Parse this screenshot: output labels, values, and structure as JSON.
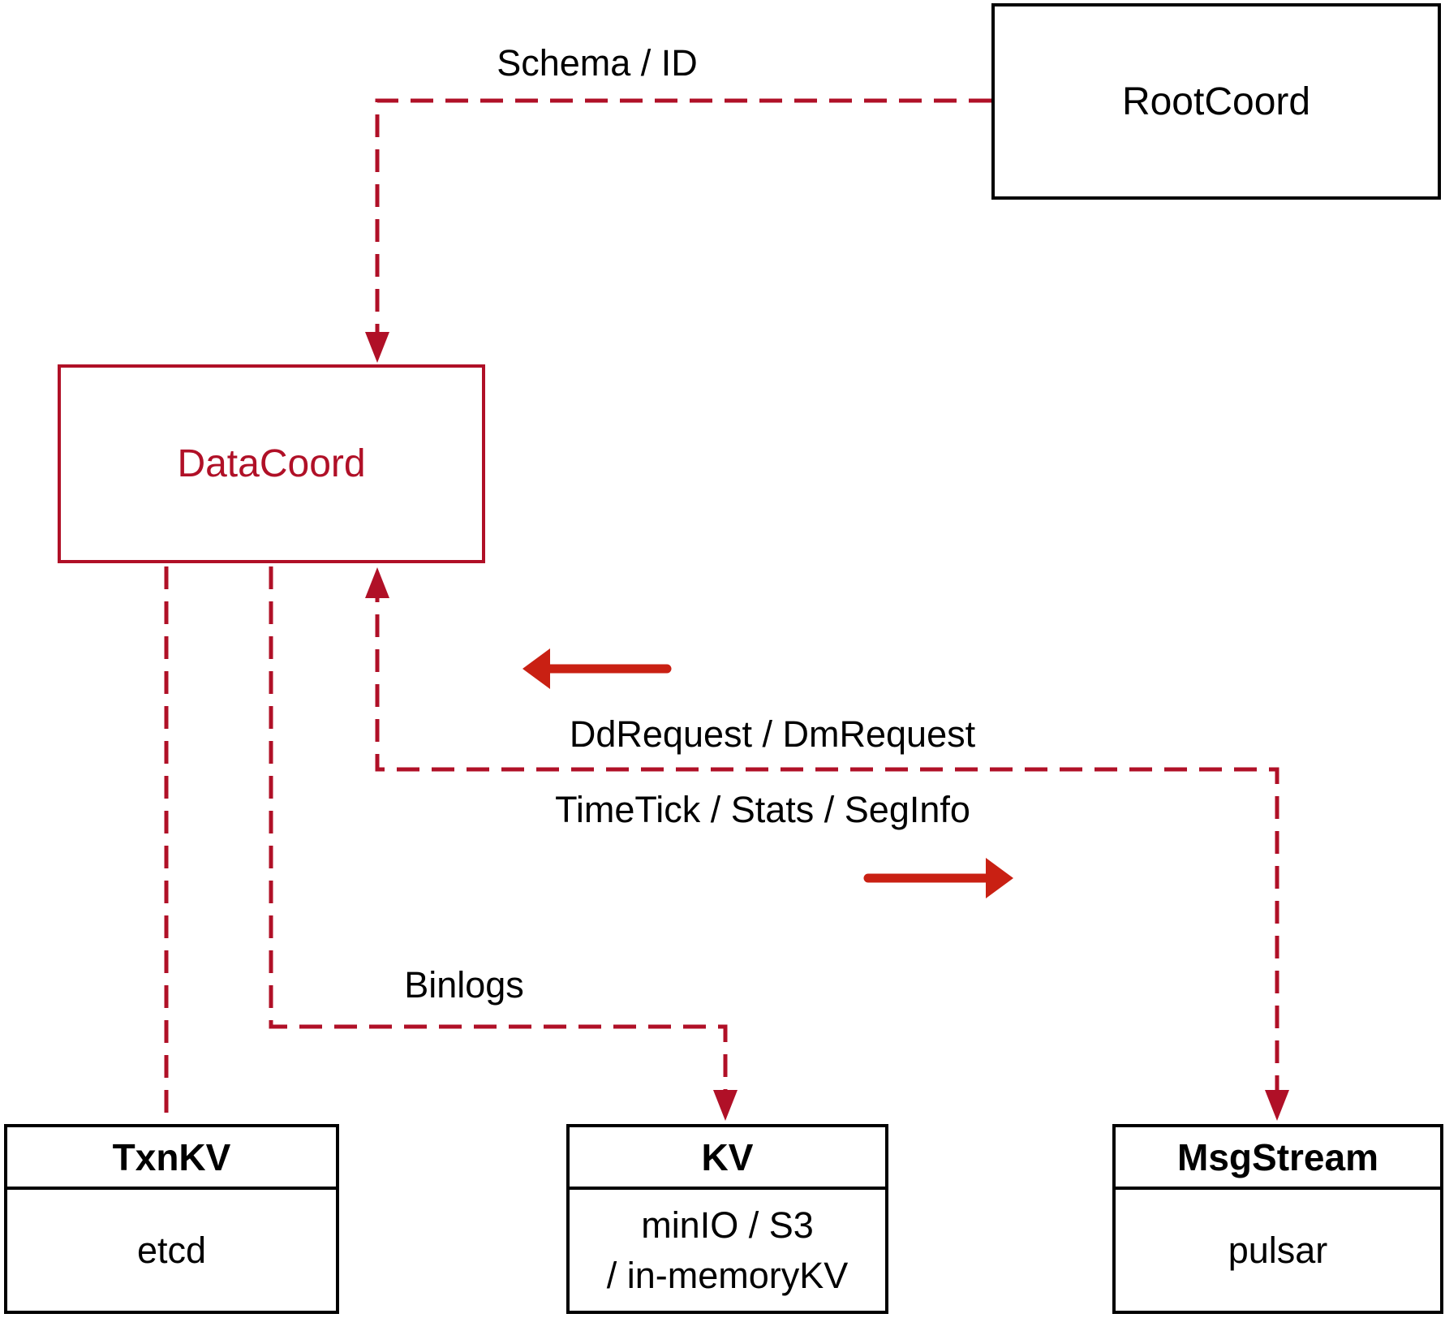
{
  "diagram": {
    "colors": {
      "crimson": "#b01027",
      "arrow_red": "#c92013",
      "black": "#000000",
      "background": "#ffffff"
    },
    "nodes": {
      "rootcoord": {
        "label": "RootCoord"
      },
      "datacoord": {
        "label": "DataCoord"
      },
      "txnkv": {
        "title": "TxnKV",
        "body": "etcd"
      },
      "kv": {
        "title": "KV",
        "body_line1": "minIO / S3",
        "body_line2": "/ in-memoryKV"
      },
      "msgstream": {
        "title": "MsgStream",
        "body": "pulsar"
      }
    },
    "edges": {
      "schema_id_label": "Schema / ID",
      "ddrequest_label": "DdRequest / DmRequest",
      "timetick_label": "TimeTick / Stats / SegInfo",
      "binlogs_label": "Binlogs"
    }
  }
}
